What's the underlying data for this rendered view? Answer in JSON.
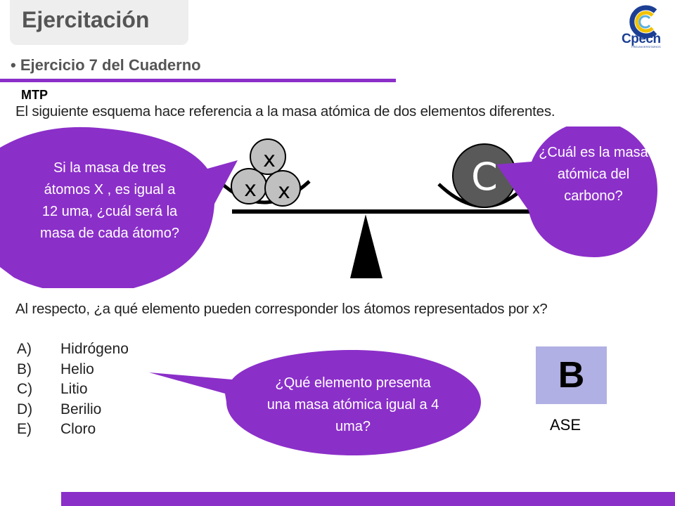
{
  "header": {
    "title": "Ejercitación",
    "subtitle": "Ejercicio 7 del Cuaderno",
    "bullet": "•",
    "logo_text": "Cpech",
    "logo_subtext": "PREUNIVERSITARIOS"
  },
  "exercise": {
    "tag": "MTP",
    "statement": "El siguiente esquema hace referencia a la masa atómica de dos elementos diferentes.",
    "atom_labels": [
      "x",
      "x",
      "x"
    ],
    "carbon_label": "C",
    "question": "Al respecto, ¿a qué elemento pueden corresponder los átomos representados por x?",
    "options": [
      {
        "letter": "A)",
        "text": "Hidrógeno"
      },
      {
        "letter": "B)",
        "text": "Helio"
      },
      {
        "letter": "C)",
        "text": "Litio"
      },
      {
        "letter": "D)",
        "text": "Berilio"
      },
      {
        "letter": "E)",
        "text": "Cloro"
      }
    ]
  },
  "hints": {
    "left": "Si la masa de tres átomos X , es igual a 12 uma, ¿cuál será la masa de cada átomo?",
    "right": "¿Cuál es la masa atómica del carbono?",
    "bottom": "¿Qué elemento presenta una masa atómica igual a 4 uma?"
  },
  "answer": {
    "letter": "B",
    "skill": "ASE"
  },
  "colors": {
    "accent": "#8b2fc9",
    "answer_box": "#b0b0e4",
    "logo_blue": "#1c3f94",
    "logo_yellow": "#f2c200"
  }
}
